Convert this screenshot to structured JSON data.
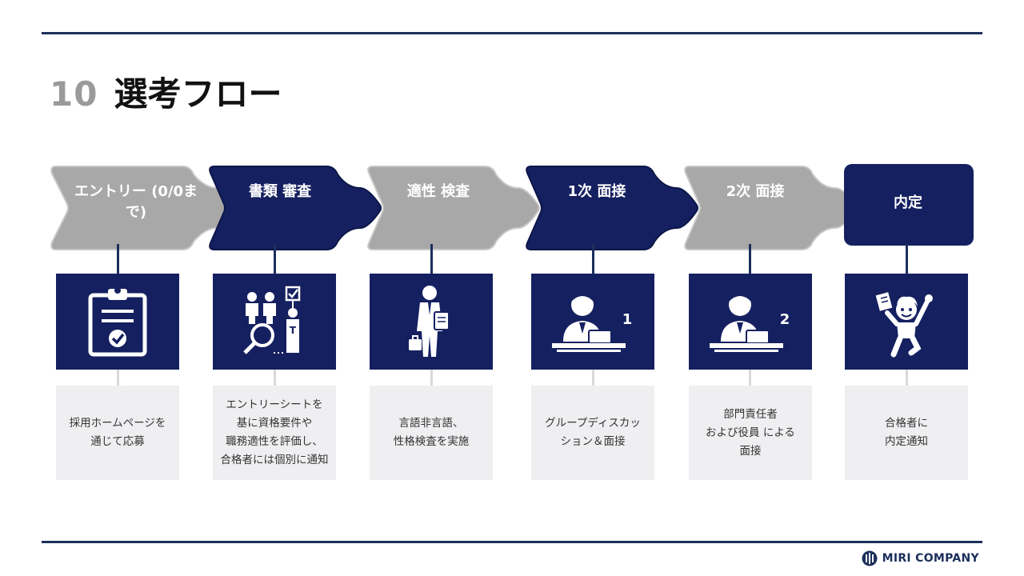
{
  "header": {
    "number": "10",
    "title": "選考フロー"
  },
  "colors": {
    "navy": "#152060",
    "grey": "#a8a8a8",
    "desc_bg": "#efeff1",
    "rule": "#1c2f5c"
  },
  "steps": [
    {
      "label": "エントリー\n(0/0まで)",
      "style": "grey",
      "icon": "clipboard-check-icon",
      "desc": "採用ホームページを\n通じて応募"
    },
    {
      "label": "書類\n審査",
      "style": "navy",
      "icon": "candidate-screening-icon",
      "desc": "エントリーシートを\n基に資格要件や\n職務適性を評価し、\n合格者には個別に通知"
    },
    {
      "label": "適性\n検査",
      "style": "grey",
      "icon": "businessman-document-icon",
      "desc": "言語非言語、\n性格検査を実施"
    },
    {
      "label": "1次\n面接",
      "style": "navy",
      "icon": "interviewer-icon",
      "badge": "1",
      "desc": "グループディスカッ\nション＆面接"
    },
    {
      "label": "2次\n面接",
      "style": "grey",
      "icon": "interviewer-icon",
      "badge": "2",
      "desc": "部門責任者\nおよび役員 による\n面接"
    },
    {
      "label": "内定",
      "style": "navy",
      "icon": "celebrating-person-icon",
      "desc": "合格者に\n内定通知"
    }
  ],
  "footer": {
    "logo_text": "MIRI COMPANY"
  }
}
